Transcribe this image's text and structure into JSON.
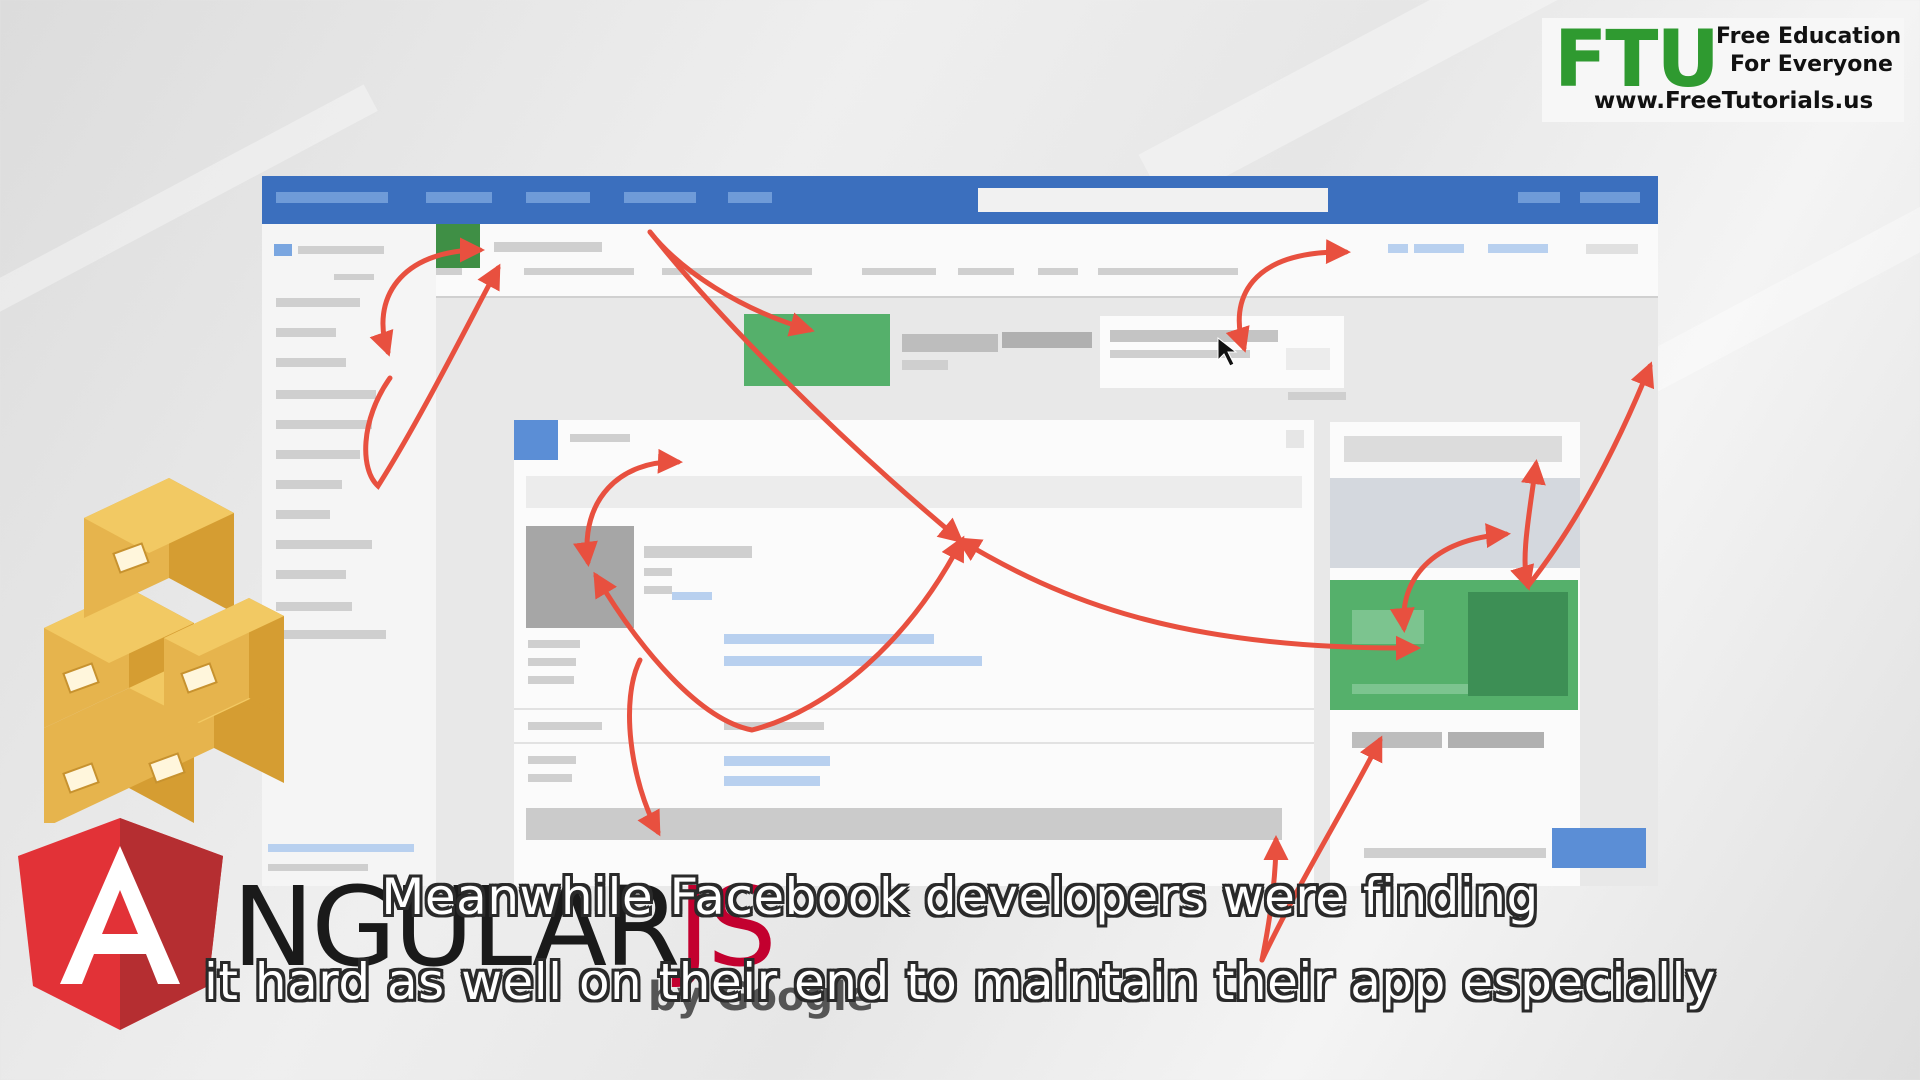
{
  "watermark": {
    "logo_text": "FTU",
    "tagline_line1": "Free Education",
    "tagline_line2": "For Everyone",
    "url": "www.FreeTutorials.us",
    "logo_color": "#2f9a30"
  },
  "mockup": {
    "description_icons": [
      "browser-window-icon"
    ],
    "header_color": "#3b6fbe",
    "arrow_color": "#e8503f"
  },
  "angular_logo": {
    "letter": "A",
    "word_main": "NGULAR",
    "word_js": "JS",
    "by_text": "by Google",
    "shield_color": "#c3002f"
  },
  "subtitles": {
    "line1": "Meanwhile Facebook developers were finding",
    "line2": "it hard as well on their end to maintain their app especially"
  }
}
